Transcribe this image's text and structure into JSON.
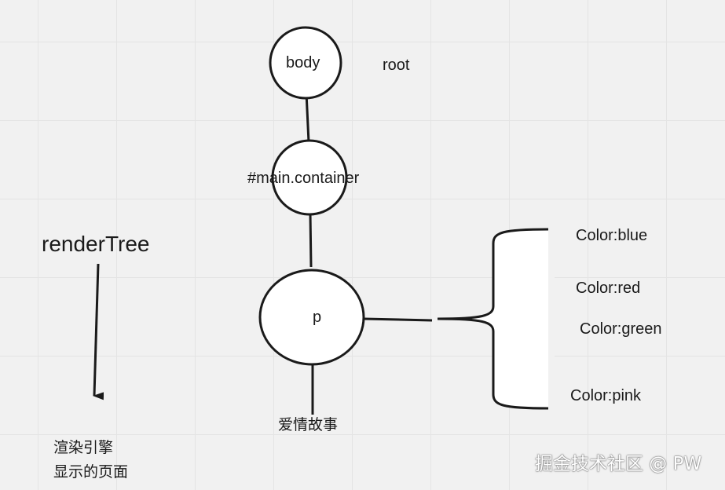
{
  "nodes": {
    "body": "body",
    "container": "#main.container",
    "p": "p"
  },
  "root_label": "root",
  "child_text": "爱情故事",
  "styles": [
    "Color:blue",
    "Color:red",
    "Color:green",
    "Color:pink"
  ],
  "left_panel": {
    "title": "renderTree",
    "caption_line1": "渲染引擎",
    "caption_line2": "显示的页面"
  },
  "watermark": "掘金技术社区 @ PW",
  "colors": {
    "stroke": "#1a1a1a",
    "node_fill": "#ffffff",
    "background": "#f1f1f1"
  }
}
